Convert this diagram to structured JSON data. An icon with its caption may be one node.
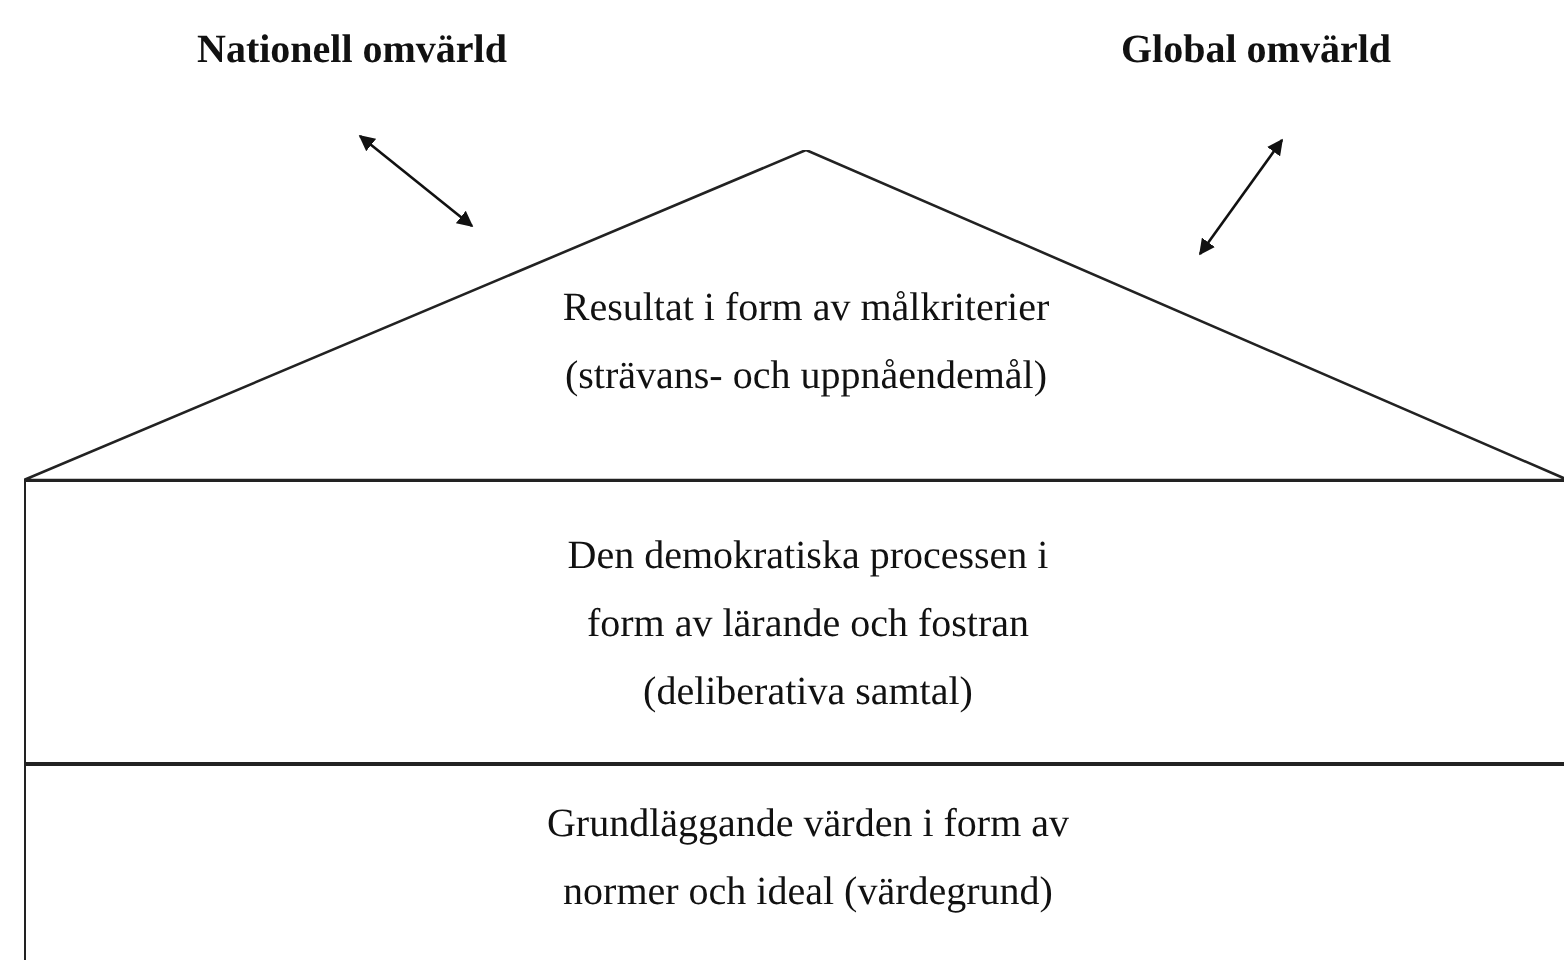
{
  "diagram": {
    "nodes": [
      {
        "text": [
          "Nationell omvärld"
        ]
      },
      {
        "text": [
          "Global omvärld"
        ]
      },
      {
        "text": [
          "Resultat i form av målkriterier (strävans- och uppnåendemål)"
        ]
      },
      {
        "text": [
          "Den demokratiska processen i form av lärande och fostran (deliberativa samtal)"
        ]
      },
      {
        "text": [
          "Grundläggande värden i form av normer och ideal (värdegrund)"
        ]
      }
    ],
    "edges": [
      {
        "from": 0,
        "to": 2,
        "arrow": "both"
      },
      {
        "from": 1,
        "to": 2,
        "arrow": "both"
      }
    ]
  }
}
